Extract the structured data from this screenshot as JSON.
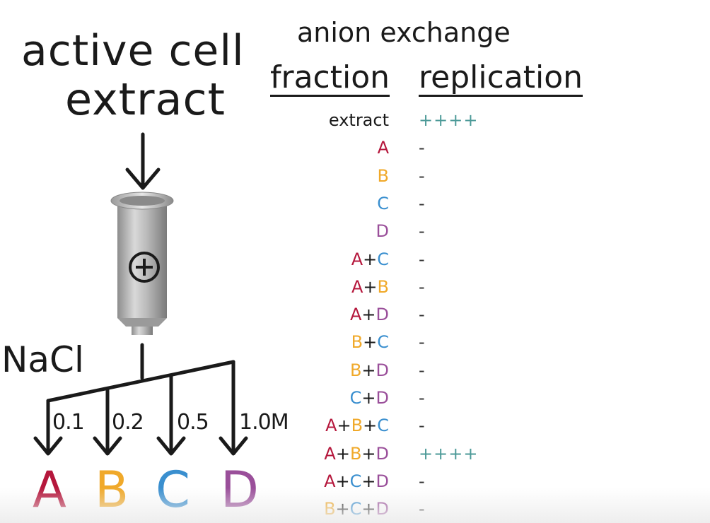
{
  "left": {
    "title_line1": "active cell",
    "title_line2": "extract",
    "salt_label": "NaCl",
    "column_symbol": "+",
    "concentrations": [
      "0.1",
      "0.2",
      "0.5",
      "1.0M"
    ],
    "fractions": [
      "A",
      "B",
      "C",
      "D"
    ]
  },
  "table": {
    "heading": "anion exchange",
    "col_fraction": "fraction",
    "col_replication": "replication",
    "rows": [
      {
        "parts": [
          {
            "t": "extract",
            "c": "#1a1a1a"
          }
        ],
        "result": "++++"
      },
      {
        "parts": [
          {
            "t": "A",
            "c": "#b5173c"
          }
        ],
        "result": "-"
      },
      {
        "parts": [
          {
            "t": "B",
            "c": "#f0a92a"
          }
        ],
        "result": "-"
      },
      {
        "parts": [
          {
            "t": "C",
            "c": "#3a8fcf"
          }
        ],
        "result": "-"
      },
      {
        "parts": [
          {
            "t": "D",
            "c": "#9a4f9a"
          }
        ],
        "result": "-"
      },
      {
        "parts": [
          {
            "t": "A",
            "c": "#b5173c"
          },
          {
            "t": "+",
            "c": "#1a1a1a"
          },
          {
            "t": "C",
            "c": "#3a8fcf"
          }
        ],
        "result": "-"
      },
      {
        "parts": [
          {
            "t": "A",
            "c": "#b5173c"
          },
          {
            "t": "+",
            "c": "#1a1a1a"
          },
          {
            "t": "B",
            "c": "#f0a92a"
          }
        ],
        "result": "-"
      },
      {
        "parts": [
          {
            "t": "A",
            "c": "#b5173c"
          },
          {
            "t": "+",
            "c": "#1a1a1a"
          },
          {
            "t": "D",
            "c": "#9a4f9a"
          }
        ],
        "result": "-"
      },
      {
        "parts": [
          {
            "t": "B",
            "c": "#f0a92a"
          },
          {
            "t": "+",
            "c": "#1a1a1a"
          },
          {
            "t": "C",
            "c": "#3a8fcf"
          }
        ],
        "result": "-"
      },
      {
        "parts": [
          {
            "t": "B",
            "c": "#f0a92a"
          },
          {
            "t": "+",
            "c": "#1a1a1a"
          },
          {
            "t": "D",
            "c": "#9a4f9a"
          }
        ],
        "result": "-"
      },
      {
        "parts": [
          {
            "t": "C",
            "c": "#3a8fcf"
          },
          {
            "t": "+",
            "c": "#1a1a1a"
          },
          {
            "t": "D",
            "c": "#9a4f9a"
          }
        ],
        "result": "-"
      },
      {
        "parts": [
          {
            "t": "A",
            "c": "#b5173c"
          },
          {
            "t": "+",
            "c": "#1a1a1a"
          },
          {
            "t": "B",
            "c": "#f0a92a"
          },
          {
            "t": "+",
            "c": "#1a1a1a"
          },
          {
            "t": "C",
            "c": "#3a8fcf"
          }
        ],
        "result": "-"
      },
      {
        "parts": [
          {
            "t": "A",
            "c": "#b5173c"
          },
          {
            "t": "+",
            "c": "#1a1a1a"
          },
          {
            "t": "B",
            "c": "#f0a92a"
          },
          {
            "t": "+",
            "c": "#1a1a1a"
          },
          {
            "t": "D",
            "c": "#9a4f9a"
          }
        ],
        "result": "++++"
      },
      {
        "parts": [
          {
            "t": "A",
            "c": "#b5173c"
          },
          {
            "t": "+",
            "c": "#1a1a1a"
          },
          {
            "t": "C",
            "c": "#3a8fcf"
          },
          {
            "t": "+",
            "c": "#1a1a1a"
          },
          {
            "t": "D",
            "c": "#9a4f9a"
          }
        ],
        "result": "-"
      },
      {
        "parts": [
          {
            "t": "B",
            "c": "#f0a92a"
          },
          {
            "t": "+",
            "c": "#1a1a1a"
          },
          {
            "t": "C",
            "c": "#3a8fcf"
          },
          {
            "t": "+",
            "c": "#1a1a1a"
          },
          {
            "t": "D",
            "c": "#9a4f9a"
          }
        ],
        "result": "-"
      }
    ]
  },
  "colors": {
    "A": "#b5173c",
    "B": "#f0a92a",
    "C": "#3a8fcf",
    "D": "#9a4f9a",
    "positive": "#4c9a98",
    "ink": "#1a1a1a"
  }
}
